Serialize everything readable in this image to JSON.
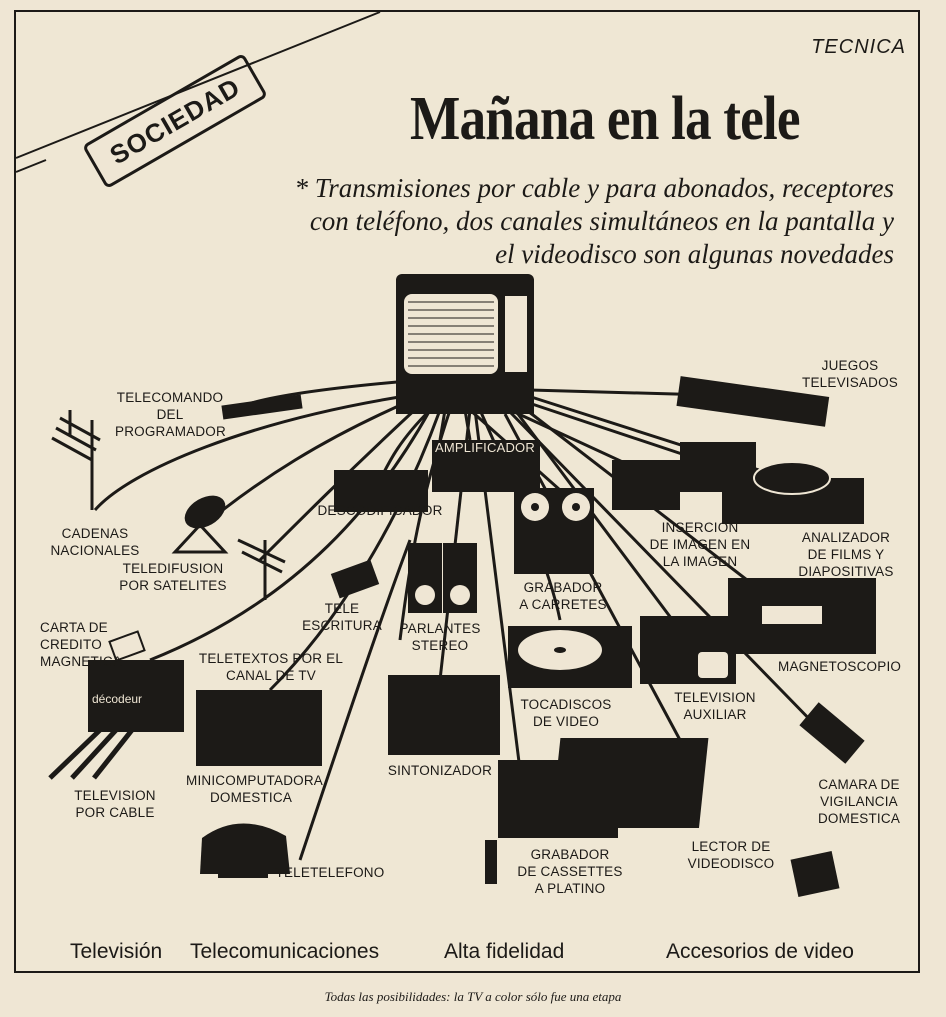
{
  "section": "TECNICA",
  "badge": "SOCIEDAD",
  "title": "Mañana en la tele",
  "subtitle_lines": [
    "* Transmisiones por cable y para abonados, receptores",
    "con teléfono, dos canales simultáneos en la pantalla y",
    "el videodisco son algunas novedades"
  ],
  "labels": {
    "telecomando": "TELECOMANDO\nDEL\nPROGRAMADOR",
    "juegos": "JUEGOS\nTELEVISADOS",
    "amplificador": "AMPLIFICADOR",
    "descodificador": "DESCODIFICADOR",
    "cadenas": "CADENAS\nNACIONALES",
    "teledifusion": "TELEDIFUSION\nPOR SATELITES",
    "insercion": "INSERCION\nDE IMAGEN EN\nLA IMAGEN",
    "analizador": "ANALIZADOR\nDE FILMS Y\nDIAPOSITIVAS",
    "grabador_carretes": "GRABADOR\nA CARRETES",
    "tele_escritura": "TELE\nESCRITURA",
    "parlantes": "PARLANTES\nSTEREO",
    "carta": "CARTA DE\nCREDITO\nMAGNETICA",
    "teletextos": "TELETEXTOS POR EL\nCANAL DE TV",
    "magnetoscopio": "MAGNETOSCOPIO",
    "tocadiscos": "TOCADISCOS\nDE VIDEO",
    "television_auxiliar": "TELEVISION\nAUXILIAR",
    "minicomputadora": "MINICOMPUTADORA\nDOMESTICA",
    "sintonizador": "SINTONIZADOR",
    "television_cable": "TELEVISION\nPOR CABLE",
    "camara": "CAMARA DE\nVIGILANCIA\nDOMESTICA",
    "lector": "LECTOR DE\nVIDEODISCO",
    "grabador_cassettes": "GRABADOR\nDE CASSETTES\nA PLATINO",
    "teletelefono": "TELETELEFONO",
    "decodeur": "décodeur"
  },
  "categories": [
    "Televisión",
    "Telecomunicaciones",
    "Alta fidelidad",
    "Accesorios de video"
  ],
  "caption": "Todas las posibilidades: la TV  a color sólo fue una etapa"
}
